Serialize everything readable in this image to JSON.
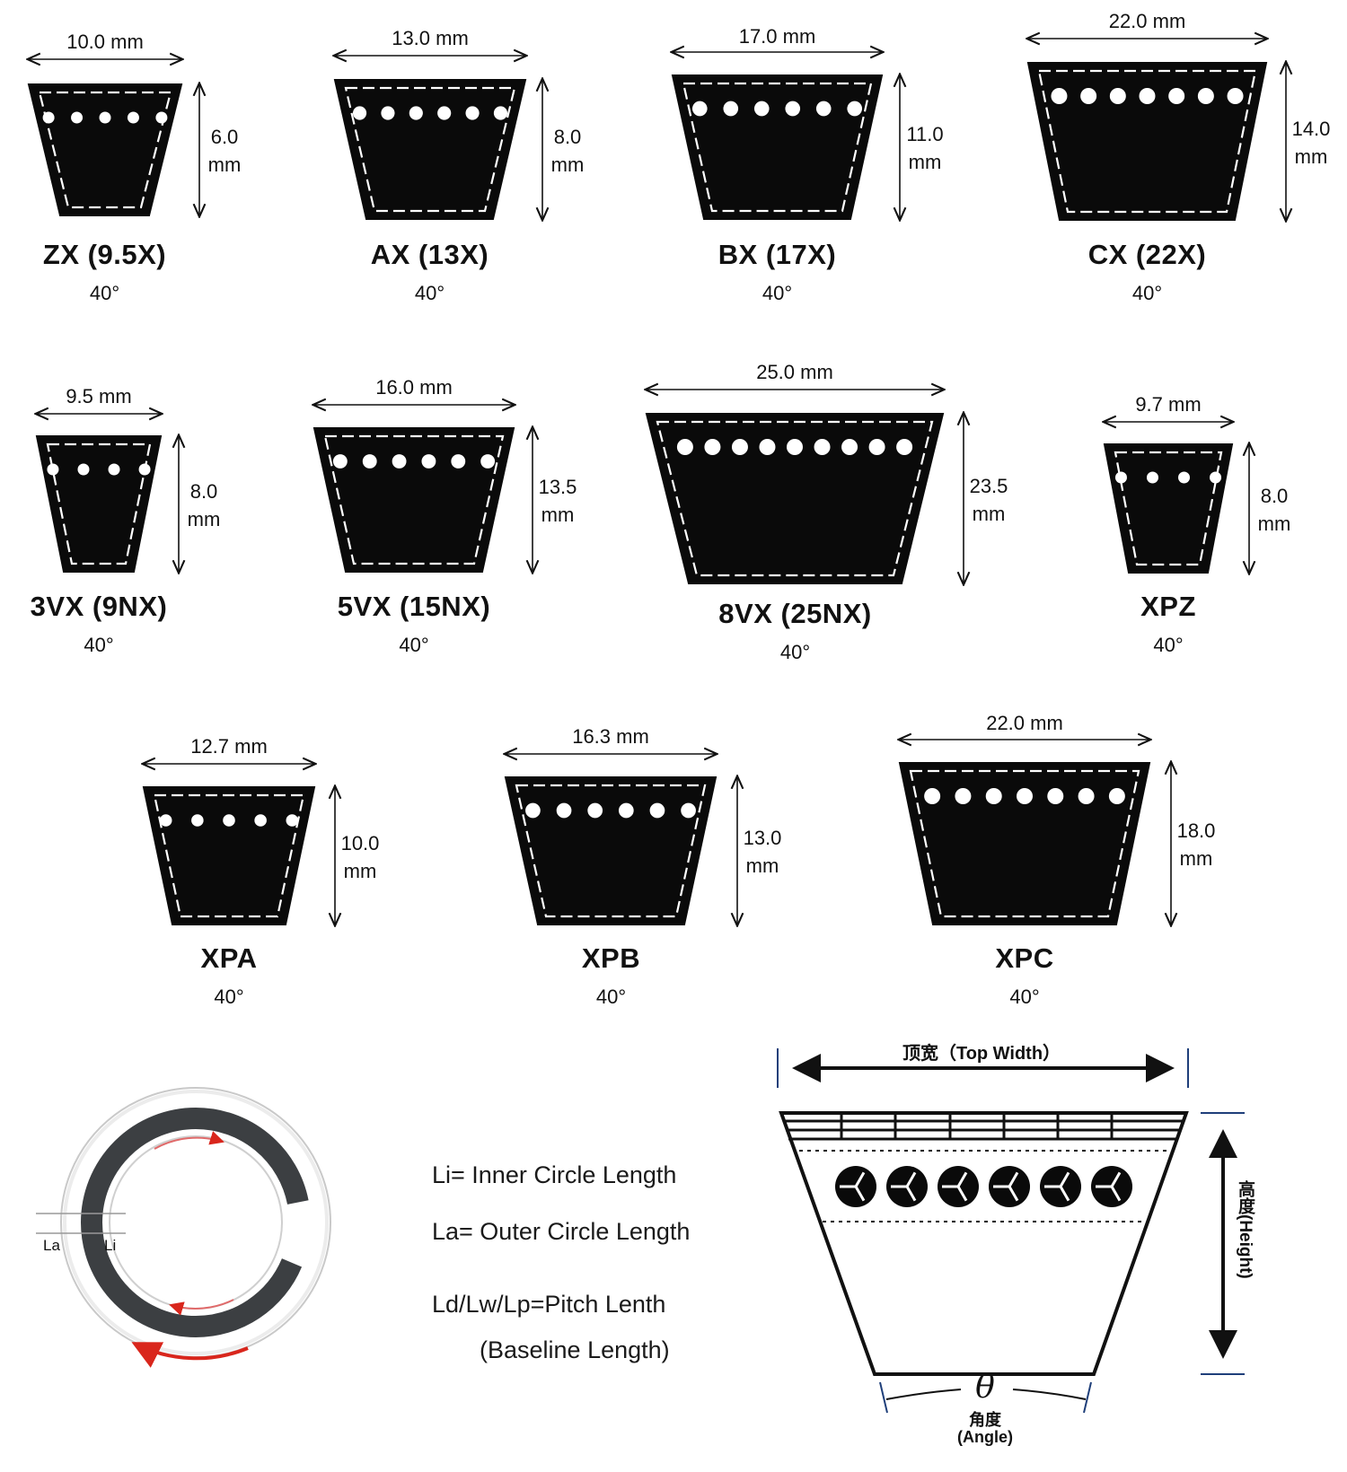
{
  "belts": [
    {
      "id": "zx",
      "name": "ZX (9.5X)",
      "angle": "40°",
      "top_width": "10.0 mm",
      "height_value": "6.0",
      "height_unit": "mm",
      "dots": 5
    },
    {
      "id": "ax",
      "name": "AX (13X)",
      "angle": "40°",
      "top_width": "13.0 mm",
      "height_value": "8.0",
      "height_unit": "mm",
      "dots": 6
    },
    {
      "id": "bx",
      "name": "BX (17X)",
      "angle": "40°",
      "top_width": "17.0 mm",
      "height_value": "11.0",
      "height_unit": "mm",
      "dots": 6
    },
    {
      "id": "cx",
      "name": "CX (22X)",
      "angle": "40°",
      "top_width": "22.0 mm",
      "height_value": "14.0",
      "height_unit": "mm",
      "dots": 7
    },
    {
      "id": "3vx",
      "name": "3VX (9NX)",
      "angle": "40°",
      "top_width": "9.5 mm",
      "height_value": "8.0",
      "height_unit": "mm",
      "dots": 4
    },
    {
      "id": "5vx",
      "name": "5VX (15NX)",
      "angle": "40°",
      "top_width": "16.0 mm",
      "height_value": "13.5",
      "height_unit": "mm",
      "dots": 6
    },
    {
      "id": "8vx",
      "name": "8VX (25NX)",
      "angle": "40°",
      "top_width": "25.0 mm",
      "height_value": "23.5",
      "height_unit": "mm",
      "dots": 9
    },
    {
      "id": "xpz",
      "name": "XPZ",
      "angle": "40°",
      "top_width": "9.7 mm",
      "height_value": "8.0",
      "height_unit": "mm",
      "dots": 4
    },
    {
      "id": "xpa",
      "name": "XPA",
      "angle": "40°",
      "top_width": "12.7 mm",
      "height_value": "10.0",
      "height_unit": "mm",
      "dots": 5
    },
    {
      "id": "xpb",
      "name": "XPB",
      "angle": "40°",
      "top_width": "16.3 mm",
      "height_value": "13.0",
      "height_unit": "mm",
      "dots": 6
    },
    {
      "id": "xpc",
      "name": "XPC",
      "angle": "40°",
      "top_width": "22.0 mm",
      "height_value": "18.0",
      "height_unit": "mm",
      "dots": 7
    }
  ],
  "ring": {
    "outer_label": "La",
    "inner_label": "Li"
  },
  "legend": {
    "li": "Li= Inner Circle Length",
    "la": "La= Outer Circle Length",
    "ld_1": "Ld/Lw/Lp=Pitch Lenth",
    "ld_2": "(Baseline Length)"
  },
  "section": {
    "top_width": "顶宽（Top Width）",
    "height": "高度(Height)",
    "theta": "θ",
    "angle_cn": "角度",
    "angle_en": "(Angle)",
    "cords": 6
  }
}
